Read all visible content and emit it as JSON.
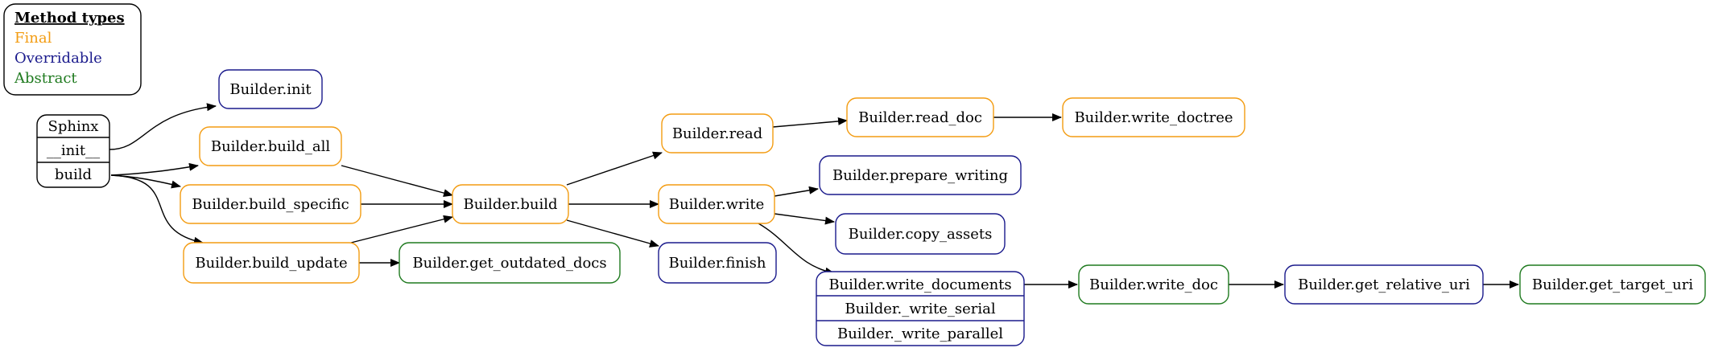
{
  "legend": {
    "title": "Method types",
    "items": [
      {
        "label": "Final",
        "color": "#f39c12"
      },
      {
        "label": "Overridable",
        "color": "#1a1a8c"
      },
      {
        "label": "Abstract",
        "color": "#1f7a1f"
      }
    ]
  },
  "colors": {
    "final": "#f39c12",
    "overridable": "#1a1a8c",
    "abstract": "#1f7a1f",
    "neutral": "#000000"
  },
  "nodes": {
    "sphinx": {
      "rows": [
        "Sphinx",
        "__init__",
        "build"
      ],
      "kind": "neutral"
    },
    "init": {
      "label": "Builder.init",
      "kind": "overridable"
    },
    "build_all": {
      "label": "Builder.build_all",
      "kind": "final"
    },
    "build_specific": {
      "label": "Builder.build_specific",
      "kind": "final"
    },
    "build_update": {
      "label": "Builder.build_update",
      "kind": "final"
    },
    "build": {
      "label": "Builder.build",
      "kind": "final"
    },
    "get_outdated_docs": {
      "label": "Builder.get_outdated_docs",
      "kind": "abstract"
    },
    "read": {
      "label": "Builder.read",
      "kind": "final"
    },
    "write": {
      "label": "Builder.write",
      "kind": "final"
    },
    "finish": {
      "label": "Builder.finish",
      "kind": "overridable"
    },
    "read_doc": {
      "label": "Builder.read_doc",
      "kind": "final"
    },
    "write_doctree": {
      "label": "Builder.write_doctree",
      "kind": "final"
    },
    "prepare_writing": {
      "label": "Builder.prepare_writing",
      "kind": "overridable"
    },
    "copy_assets": {
      "label": "Builder.copy_assets",
      "kind": "overridable"
    },
    "write_documents": {
      "rows": [
        "Builder.write_documents",
        "Builder._write_serial",
        "Builder._write_parallel"
      ],
      "kind": "overridable"
    },
    "write_doc": {
      "label": "Builder.write_doc",
      "kind": "abstract"
    },
    "get_relative_uri": {
      "label": "Builder.get_relative_uri",
      "kind": "overridable"
    },
    "get_target_uri": {
      "label": "Builder.get_target_uri",
      "kind": "abstract"
    }
  },
  "edges": [
    {
      "from": "sphinx.__init__",
      "to": "init"
    },
    {
      "from": "sphinx.build",
      "to": "build_all"
    },
    {
      "from": "sphinx.build",
      "to": "build_specific"
    },
    {
      "from": "sphinx.build",
      "to": "build_update"
    },
    {
      "from": "build_all",
      "to": "build"
    },
    {
      "from": "build_specific",
      "to": "build"
    },
    {
      "from": "build_update",
      "to": "build"
    },
    {
      "from": "build_update",
      "to": "get_outdated_docs"
    },
    {
      "from": "build",
      "to": "read"
    },
    {
      "from": "build",
      "to": "write"
    },
    {
      "from": "build",
      "to": "finish"
    },
    {
      "from": "read",
      "to": "read_doc"
    },
    {
      "from": "read_doc",
      "to": "write_doctree"
    },
    {
      "from": "write",
      "to": "prepare_writing"
    },
    {
      "from": "write",
      "to": "copy_assets"
    },
    {
      "from": "write",
      "to": "write_documents"
    },
    {
      "from": "write_documents",
      "to": "write_doc"
    },
    {
      "from": "write_doc",
      "to": "get_relative_uri"
    },
    {
      "from": "get_relative_uri",
      "to": "get_target_uri"
    }
  ]
}
